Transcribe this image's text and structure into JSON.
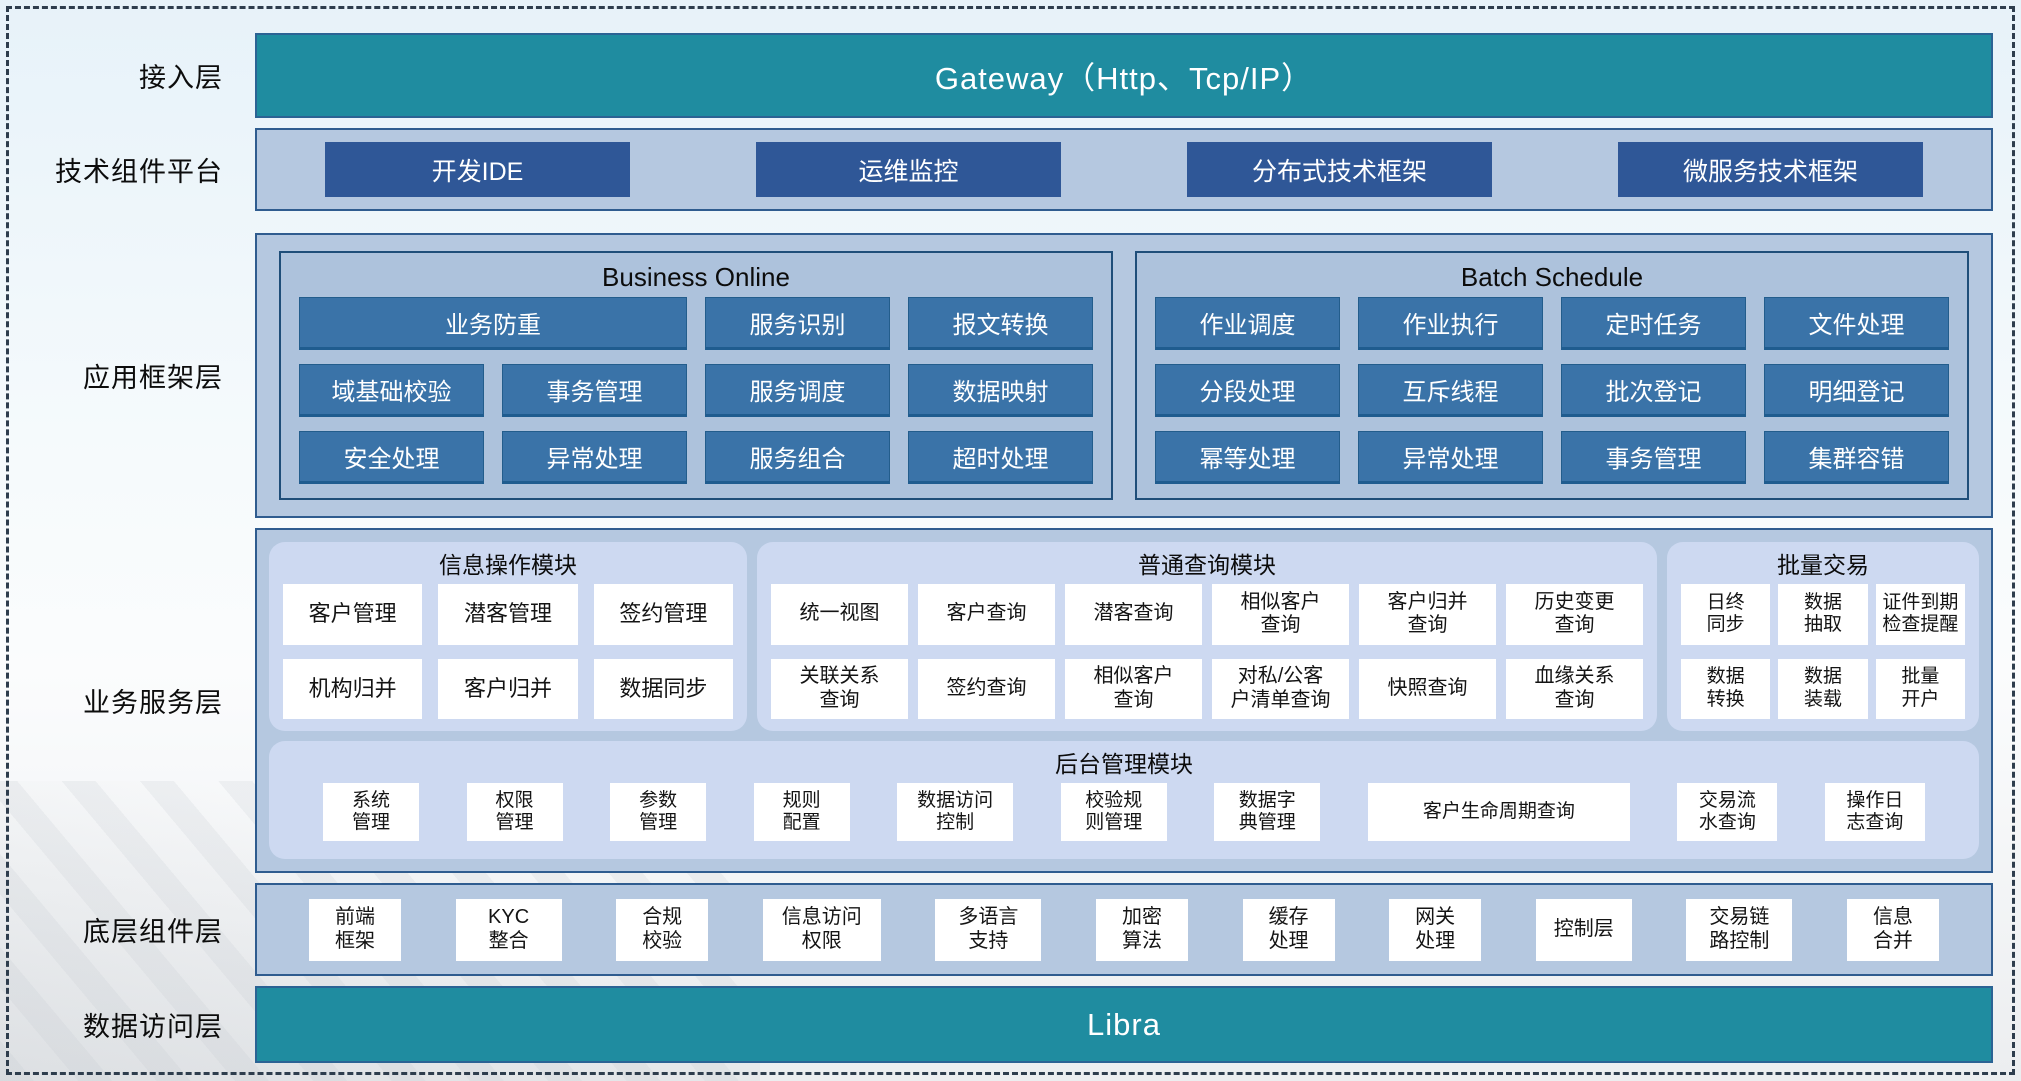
{
  "colors": {
    "teal_bar": "#1F8CA0",
    "dark_blue_button": "#2F5797",
    "steel_chip": "#3A73A8",
    "container_bg": "#B5C8E0",
    "inner_box_bg": "#ADC2DC",
    "module_bg": "#CDD9F1",
    "chip_bg": "#FFFFFF",
    "container_border": "#2F5C8F",
    "inner_border": "#1F4E79"
  },
  "layers": {
    "access": {
      "label": "接入层",
      "gateway_title": "Gateway（Http、Tcp/IP）"
    },
    "tech_platform": {
      "label": "技术组件平台",
      "items": [
        "开发IDE",
        "运维监控",
        "分布式技术框架",
        "微服务技术框架"
      ]
    },
    "app_framework": {
      "label": "应用框架层",
      "business_online": {
        "title": "Business Online",
        "chips": [
          "业务防重",
          "服务识别",
          "报文转换",
          "域基础校验",
          "事务管理",
          "服务调度",
          "数据映射",
          "安全处理",
          "异常处理",
          "服务组合",
          "超时处理"
        ]
      },
      "batch_schedule": {
        "title": "Batch Schedule",
        "chips": [
          "作业调度",
          "作业执行",
          "定时任务",
          "文件处理",
          "分段处理",
          "互斥线程",
          "批次登记",
          "明细登记",
          "幂等处理",
          "异常处理",
          "事务管理",
          "集群容错"
        ]
      }
    },
    "business_service": {
      "label": "业务服务层",
      "info_module": {
        "title": "信息操作模块",
        "chips": [
          "客户管理",
          "潜客管理",
          "签约管理",
          "机构归并",
          "客户归并",
          "数据同步"
        ]
      },
      "query_module": {
        "title": "普通查询模块",
        "chips": [
          "统一视图",
          "客户查询",
          "潜客查询",
          "相似客户\n查询",
          "客户归并\n查询",
          "历史变更\n查询",
          "关联关系\n查询",
          "签约查询",
          "相似客户\n查询",
          "对私/公客\n户清单查询",
          "快照查询",
          "血缘关系\n查询"
        ]
      },
      "batch_trade": {
        "title": "批量交易",
        "chips": [
          "日终\n同步",
          "数据\n抽取",
          "证件到期\n检查提醒",
          "数据\n转换",
          "数据\n装载",
          "批量\n开户"
        ]
      },
      "admin_module": {
        "title": "后台管理模块",
        "chips": [
          "系统\n管理",
          "权限\n管理",
          "参数\n管理",
          "规则\n配置",
          "数据访问\n控制",
          "校验规\n则管理",
          "数据字\n典管理",
          "客户生命周期查询",
          "交易流\n水查询",
          "操作日\n志查询"
        ]
      }
    },
    "base_components": {
      "label": "底层组件层",
      "chips": [
        "前端\n框架",
        "KYC\n整合",
        "合规\n校验",
        "信息访问\n权限",
        "多语言\n支持",
        "加密\n算法",
        "缓存\n处理",
        "网关\n处理",
        "控制层",
        "交易链\n路控制",
        "信息\n合并"
      ]
    },
    "data_access": {
      "label": "数据访问层",
      "bar_title": "Libra"
    }
  }
}
